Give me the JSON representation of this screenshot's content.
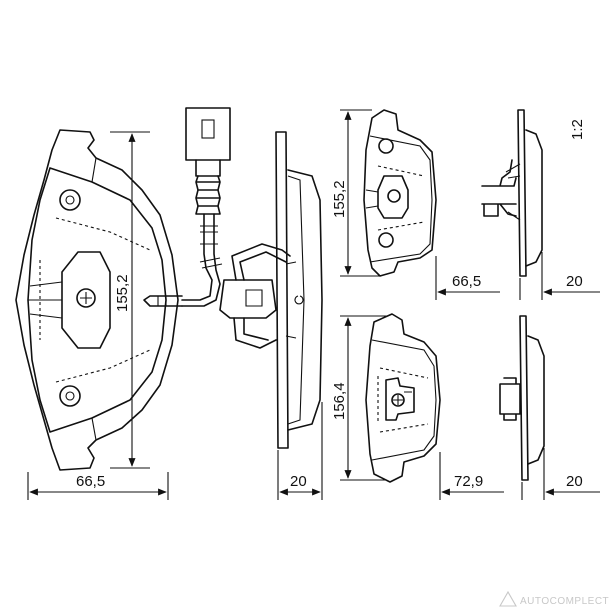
{
  "scale": "1:2",
  "dimensions": {
    "main_width": "66,5",
    "main_height": "155,2",
    "main_thickness": "20",
    "upper_height": "155,2",
    "upper_width": "66,5",
    "upper_thickness": "20",
    "lower_height": "156,4",
    "lower_width": "72,9",
    "lower_thickness": "20"
  },
  "watermark": "AUTOCOMPLECT"
}
